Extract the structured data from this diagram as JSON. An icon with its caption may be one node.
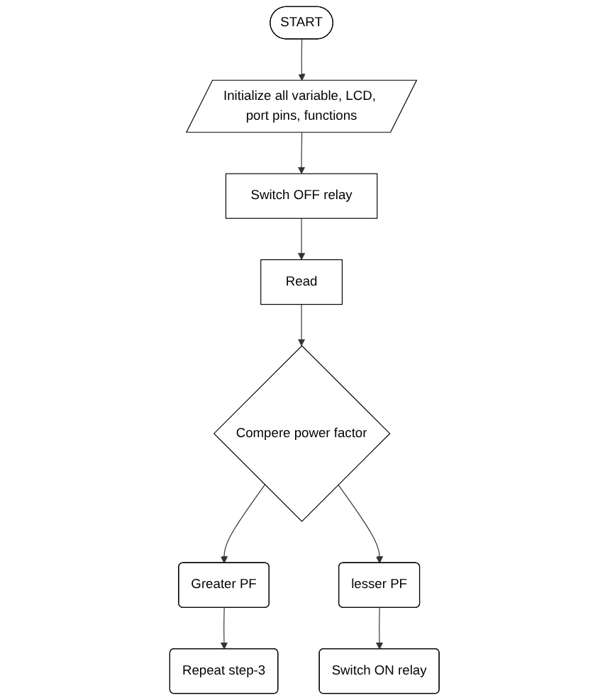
{
  "diagram": {
    "nodes": [
      {
        "text": [
          "START"
        ]
      },
      {
        "text": [
          "Initialize all variable, LCD, port pins, functions"
        ]
      },
      {
        "text": [
          "Switch OFF relay"
        ]
      },
      {
        "text": [
          "Read"
        ]
      },
      {
        "text": [
          "Compere power factor"
        ]
      },
      {
        "text": [
          "Greater PF"
        ]
      },
      {
        "text": [
          "lesser PF"
        ]
      },
      {
        "text": [
          "Repeat step-3"
        ]
      },
      {
        "text": [
          "Switch ON relay"
        ]
      }
    ],
    "edges": [
      {
        "from": 0,
        "to": 1,
        "arrow": "to"
      },
      {
        "from": 1,
        "to": 2,
        "arrow": "to"
      },
      {
        "from": 2,
        "to": 3,
        "arrow": "to"
      },
      {
        "from": 3,
        "to": 4,
        "arrow": "to"
      },
      {
        "from": 4,
        "to": 5,
        "arrow": "to"
      },
      {
        "from": 4,
        "to": 6,
        "arrow": "to"
      },
      {
        "from": 5,
        "to": 7,
        "arrow": "to"
      },
      {
        "from": 6,
        "to": 8,
        "arrow": "to"
      }
    ]
  }
}
